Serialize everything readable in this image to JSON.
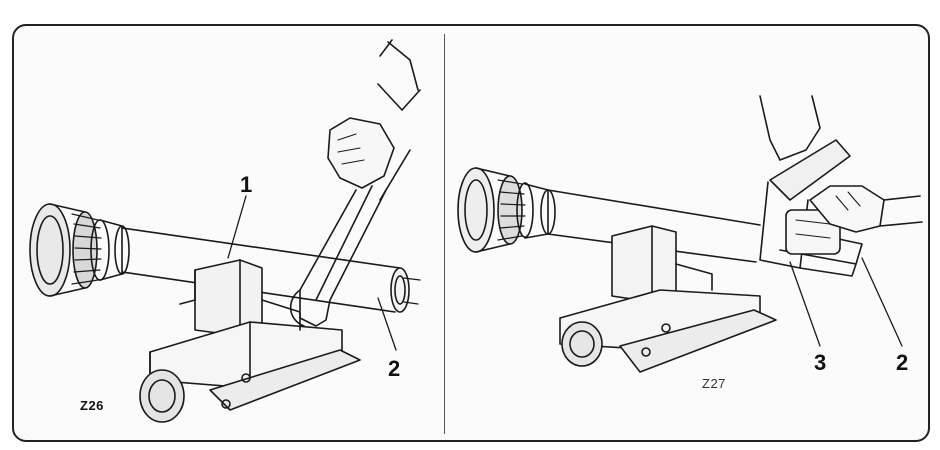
{
  "panels": [
    {
      "figure_code": "Z26",
      "callouts": [
        "1",
        "2"
      ]
    },
    {
      "figure_code": "Z27",
      "callouts": [
        "3",
        "2"
      ]
    }
  ]
}
